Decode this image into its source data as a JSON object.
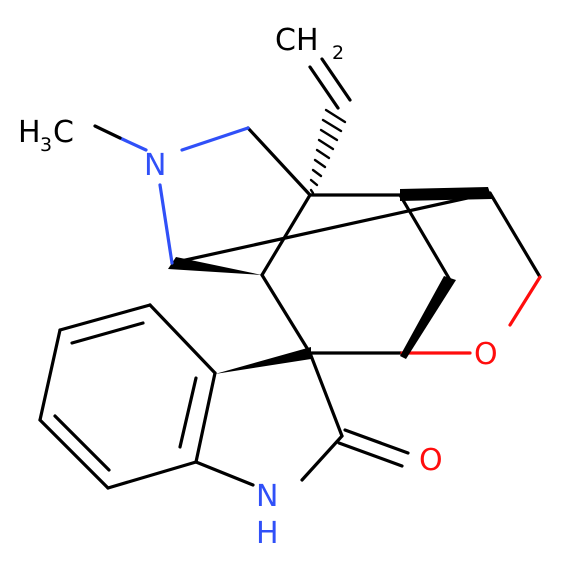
{
  "colors": {
    "carbon": "#000000",
    "nitrogen": "#3050F8",
    "oxygen": "#FF0D0D",
    "background": "#FFFFFF"
  },
  "labels": {
    "methyl": {
      "main": "H",
      "sub": "3",
      "tail": "C"
    },
    "methylene": {
      "main": "CH",
      "sub": "2"
    },
    "amine_n": "N",
    "ether_o": "O",
    "carbonyl_o": "O",
    "lactam": {
      "n": "N",
      "h": "H"
    }
  }
}
